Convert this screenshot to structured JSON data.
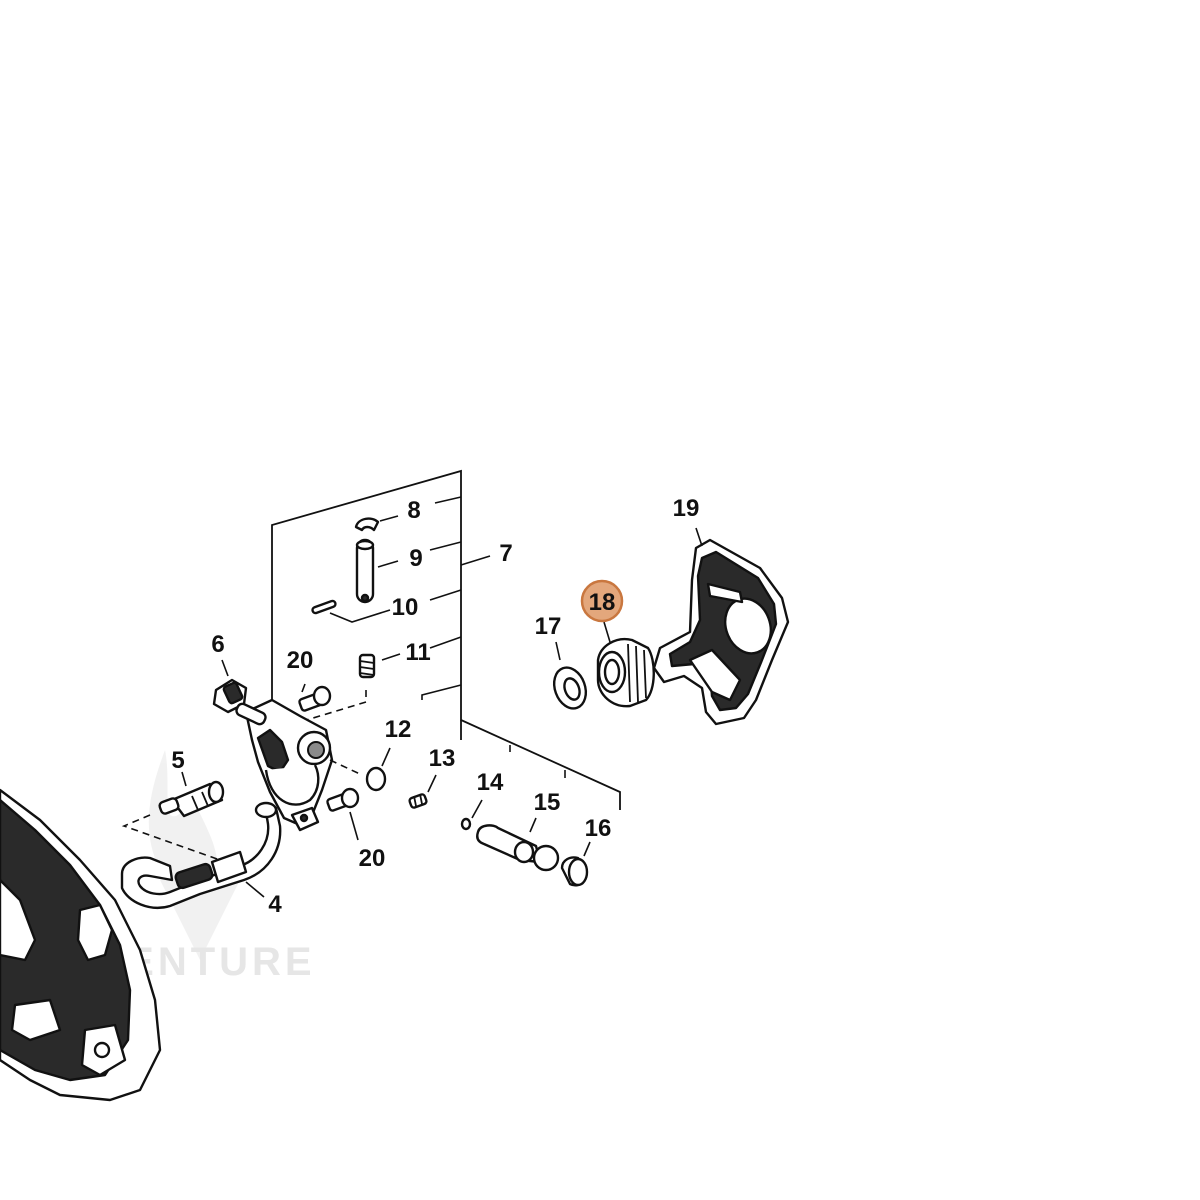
{
  "highlight_color": "#e3a77c",
  "highlight_stroke": "#c9773f",
  "watermark": {
    "text": "EADVENTURE"
  },
  "callouts": [
    {
      "id": "4",
      "label": "4"
    },
    {
      "id": "5",
      "label": "5"
    },
    {
      "id": "6",
      "label": "6"
    },
    {
      "id": "7",
      "label": "7"
    },
    {
      "id": "8",
      "label": "8"
    },
    {
      "id": "9",
      "label": "9"
    },
    {
      "id": "10",
      "label": "10"
    },
    {
      "id": "11",
      "label": "11"
    },
    {
      "id": "12",
      "label": "12"
    },
    {
      "id": "13",
      "label": "13"
    },
    {
      "id": "14",
      "label": "14"
    },
    {
      "id": "15",
      "label": "15"
    },
    {
      "id": "16",
      "label": "16"
    },
    {
      "id": "17",
      "label": "17"
    },
    {
      "id": "18",
      "label": "18",
      "highlighted": true
    },
    {
      "id": "19",
      "label": "19"
    },
    {
      "id": "20a",
      "label": "20"
    },
    {
      "id": "20b",
      "label": "20"
    }
  ]
}
